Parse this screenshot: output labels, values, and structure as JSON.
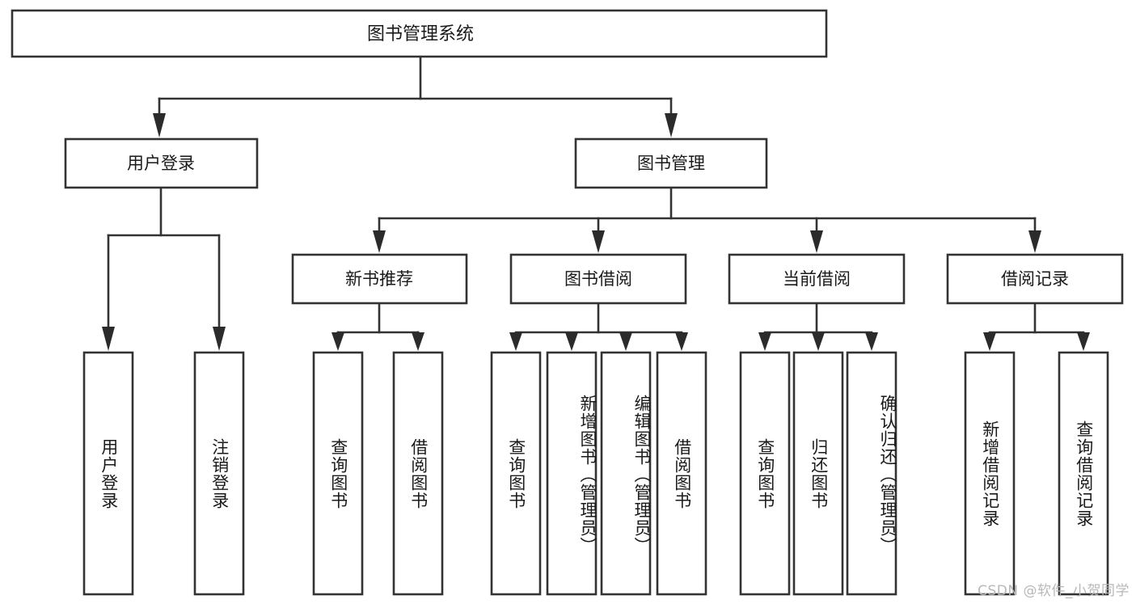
{
  "diagram": {
    "type": "tree",
    "title": "图书管理系统",
    "orientation": "top-down",
    "watermark": "CSDN @软件_小贺同学",
    "colors": {
      "box_stroke": "#333333",
      "box_fill": "#ffffff",
      "text": "#1a1a1a",
      "background": "#ffffff",
      "watermark": "#b8b8b8"
    },
    "root": {
      "label": "图书管理系统"
    },
    "level2": [
      {
        "label": "用户登录"
      },
      {
        "label": "图书管理"
      }
    ],
    "level3": [
      {
        "label": "新书推荐"
      },
      {
        "label": "图书借阅"
      },
      {
        "label": "当前借阅"
      },
      {
        "label": "借阅记录"
      }
    ],
    "leaves": {
      "user_login": [
        {
          "label": "用户登录"
        },
        {
          "label": "注销登录"
        }
      ],
      "new_book_recommend": [
        {
          "label": "查询图书"
        },
        {
          "label": "借阅图书"
        }
      ],
      "book_borrow": [
        {
          "label": "查询图书"
        },
        {
          "label": "新增图书（管理员）"
        },
        {
          "label": "编辑图书（管理员）"
        },
        {
          "label": "借阅图书"
        }
      ],
      "current_borrow": [
        {
          "label": "查询图书"
        },
        {
          "label": "归还图书"
        },
        {
          "label": "确认归还（管理员）"
        }
      ],
      "borrow_record": [
        {
          "label": "新增借阅记录"
        },
        {
          "label": "查询借阅记录"
        }
      ]
    }
  }
}
